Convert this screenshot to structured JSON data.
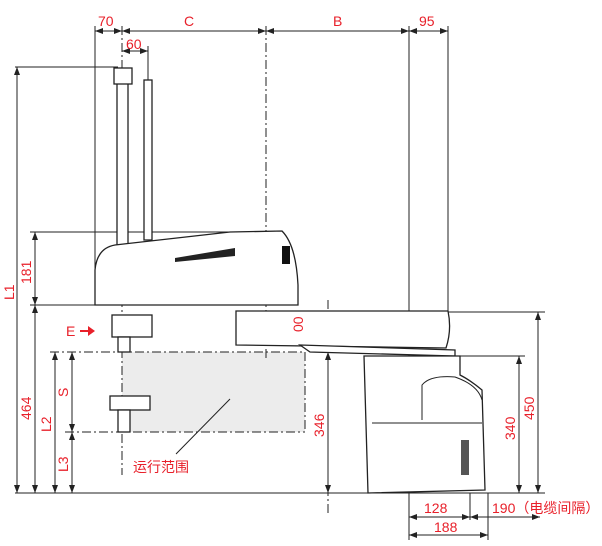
{
  "dimensions": {
    "top_70": "70",
    "top_C": "C",
    "top_B": "B",
    "top_95": "95",
    "top_60": "60",
    "L1": "L1",
    "d181": "181",
    "d464": "464",
    "L2": "L2",
    "S": "S",
    "L3": "L3",
    "d100": "00",
    "d346": "346",
    "d340": "340",
    "d450": "450",
    "d128": "128",
    "d190": "190（电缆间隔）",
    "d188": "188",
    "E": "E"
  },
  "labels": {
    "work_range": "运行范围"
  },
  "colors": {
    "dimension_text": "#e8202a",
    "work_range_fill": "#ececec"
  }
}
